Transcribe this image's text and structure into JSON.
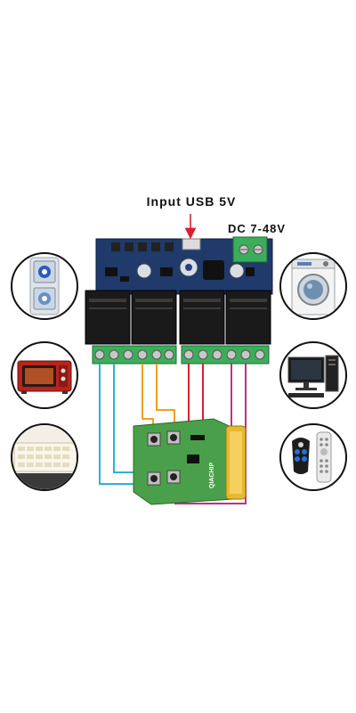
{
  "labels": {
    "input_usb": "Input USB 5V",
    "dc_input": "DC 7-48V"
  },
  "board": {
    "remote_brand": "QIACHIP"
  },
  "colors": {
    "relay_board": "#1f3a6b",
    "relay_body": "#1a1a1a",
    "terminal": "#3cae5b",
    "remote_board": "#4aa04a",
    "wire_blue": "#2bb3d6",
    "wire_orange": "#f0a020",
    "wire_red": "#d82030",
    "wire_magenta": "#c0308a",
    "arrow": "#d82030"
  },
  "appliances": [
    {
      "name": "wall-switch-icon"
    },
    {
      "name": "microwave-oven-icon"
    },
    {
      "name": "led-panel-icon"
    },
    {
      "name": "washing-machine-icon"
    },
    {
      "name": "computer-icon"
    },
    {
      "name": "remote-controls-icon"
    }
  ]
}
